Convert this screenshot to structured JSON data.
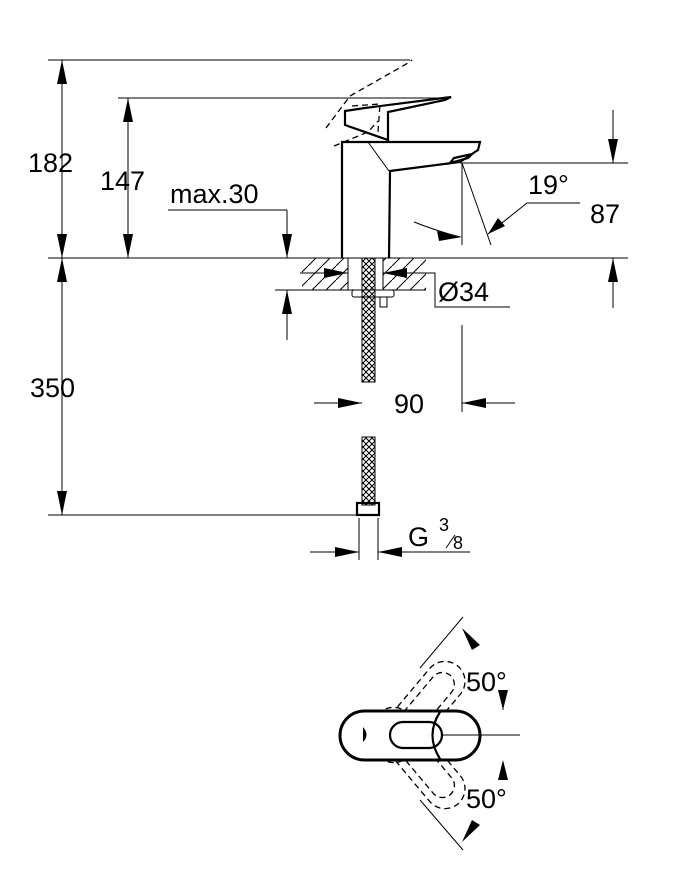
{
  "dimensions": {
    "total_height": "182",
    "spout_height": "147",
    "max_deck": "max.30",
    "spout_angle": "19°",
    "outlet_height": "87",
    "hole_diameter": "Ø34",
    "hose_length": "350",
    "projection": "90",
    "connection_prefix": "G",
    "connection_num": "3",
    "connection_den": "8",
    "rotation_up": "50°",
    "rotation_down": "50°"
  }
}
